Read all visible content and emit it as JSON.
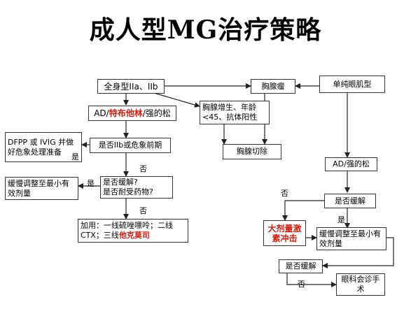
{
  "title": "成人型MG治疗策略",
  "nodes": {
    "generalized": "全身型IIa、IIb",
    "thymoma": "胸腺瘤",
    "ocular": "单纯眼肌型",
    "ad_left_pre": "AD/",
    "ad_left_red": "特布他林",
    "ad_left_post": "/强的松",
    "thymic_hyperplasia": "胸腺增生、年龄<45、抗体阳性",
    "dfpp": "DFPP 或 IVIG 并做好危象处理准备",
    "iib_crisis": "是否IIb或危象前期",
    "thymectomy": "胸腺切除",
    "ad_right": "AD/强的松",
    "relief_q": "是否缓解?",
    "tolerance_q": "是否耐受药物?",
    "slow_adjust_left": "缓慢调整至最小有效剂量",
    "addon_text": "加用：一线硫唑嘌呤；二线CTX；三线",
    "addon_red": "他克莫司",
    "right_relief_q": "是否缓解",
    "high_dose": "大剂量激素冲击",
    "slow_adjust_right": "缓慢调整至最小有效剂量",
    "bottom_relief_q": "是否缓解",
    "ophthalmology": "眼科会诊手术"
  },
  "labels": {
    "yes": "是",
    "no": "否"
  }
}
